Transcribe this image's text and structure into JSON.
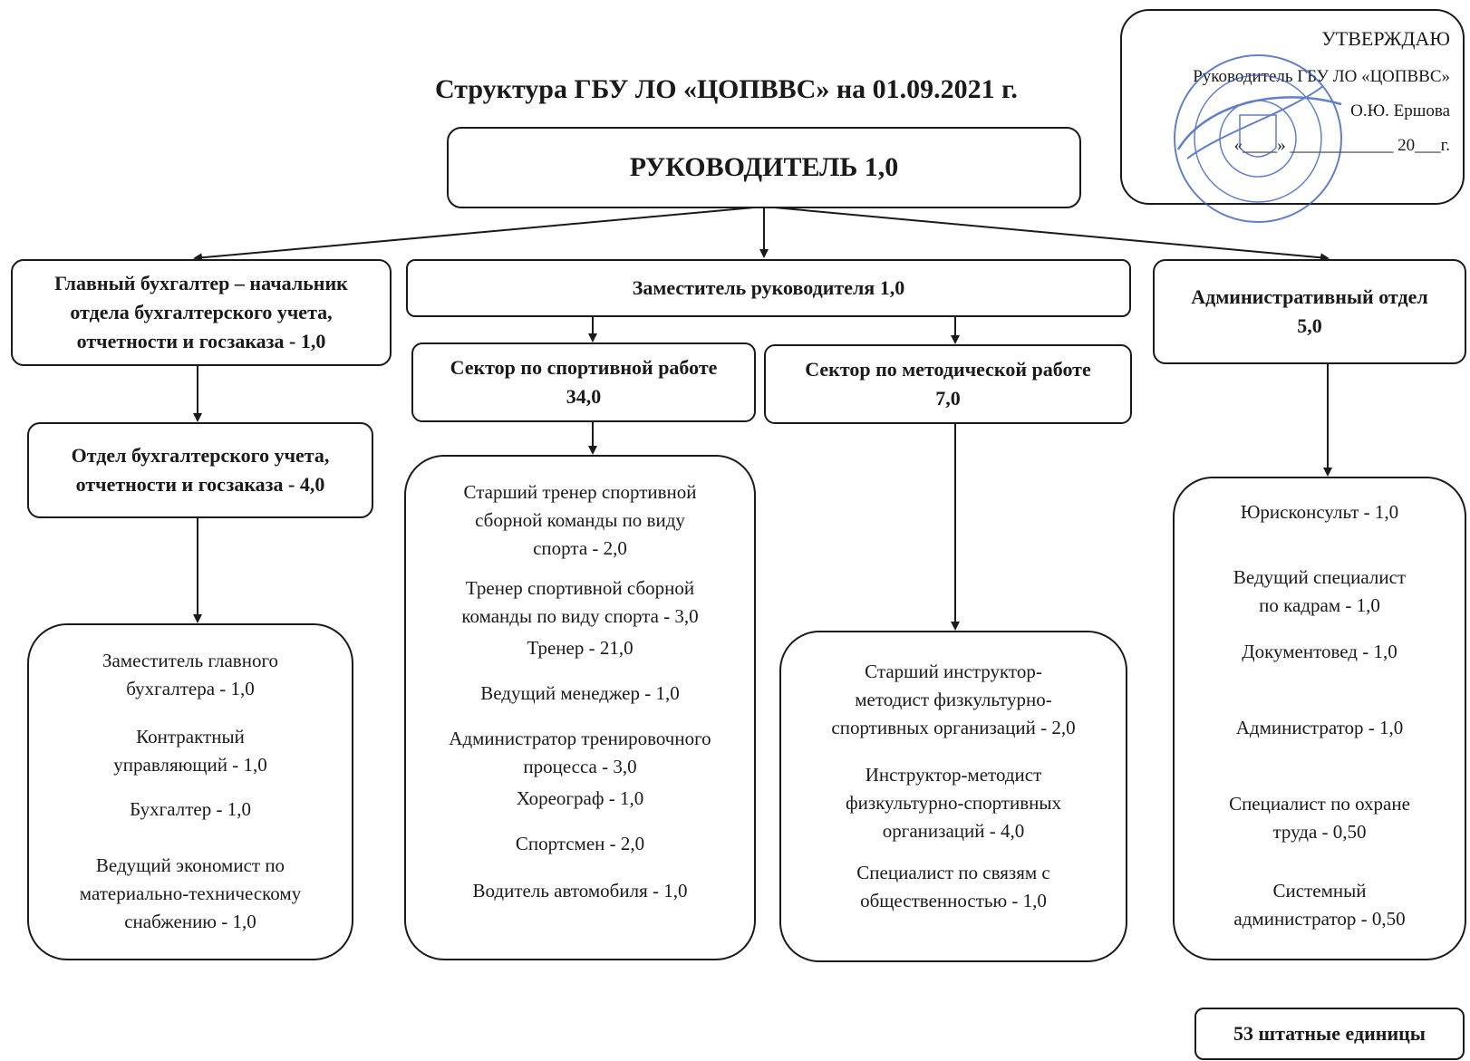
{
  "title": "Структура ГБУ ЛО «ЦОПВВС» на 01.09.2021 г.",
  "approval": {
    "heading": "УТВЕРЖДАЮ",
    "line1": "Руководитель ГБУ ЛО «ЦОПВВС»",
    "line2": "О.Ю. Ершова",
    "line3": "«____» ____________ 20___г."
  },
  "top": "РУКОВОДИТЕЛЬ 1,0",
  "chief_accountant": [
    "Главный бухгалтер – начальник",
    "отдела бухгалтерского учета,",
    "отчетности и госзаказа - 1,0"
  ],
  "accounting_dept": [
    "Отдел бухгалтерского учета,",
    "отчетности и госзаказа - 4,0"
  ],
  "accounting_staff": [
    [
      "Заместитель главного",
      "бухгалтера - 1,0"
    ],
    [
      "Контрактный",
      "управляющий - 1,0"
    ],
    [
      "Бухгалтер - 1,0"
    ],
    [
      "Ведущий экономист по",
      "материально-техническому",
      "снабжению - 1,0"
    ]
  ],
  "deputy": "Заместитель руководителя  1,0",
  "sport_sector": [
    "Сектор по спортивной работе",
    "34,0"
  ],
  "sport_staff": [
    [
      "Старший тренер спортивной",
      "сборной команды по виду",
      "спорта - 2,0"
    ],
    [
      "Тренер спортивной сборной",
      "команды по виду спорта - 3,0"
    ],
    [
      "Тренер - 21,0"
    ],
    [
      "Ведущий менеджер - 1,0"
    ],
    [
      "Администратор тренировочного",
      "процесса - 3,0"
    ],
    [
      "Хореограф - 1,0"
    ],
    [
      "Спортсмен - 2,0"
    ],
    [
      "Водитель автомобиля - 1,0"
    ]
  ],
  "method_sector": [
    "Сектор по методической работе",
    "7,0"
  ],
  "method_staff": [
    [
      "Старший инструктор-",
      "методист физкультурно-",
      "спортивных организаций - 2,0"
    ],
    [
      "Инструктор-методист",
      "физкультурно-спортивных",
      "организаций - 4,0"
    ],
    [
      "Специалист по связям с",
      "общественностью - 1,0"
    ]
  ],
  "admin_dept": [
    "Административный отдел",
    "5,0"
  ],
  "admin_staff": [
    [
      "Юрисконсульт - 1,0"
    ],
    [
      "Ведущий специалист",
      "по кадрам - 1,0"
    ],
    [
      "Документовед - 1,0"
    ],
    [
      "Администратор - 1,0"
    ],
    [
      "Специалист по охране",
      "труда - 0,50"
    ],
    [
      "Системный",
      "администратор - 0,50"
    ]
  ],
  "total": "53 штатные единицы",
  "colors": {
    "ink": "#1a1a1a",
    "stamp": "#2f55b8"
  }
}
